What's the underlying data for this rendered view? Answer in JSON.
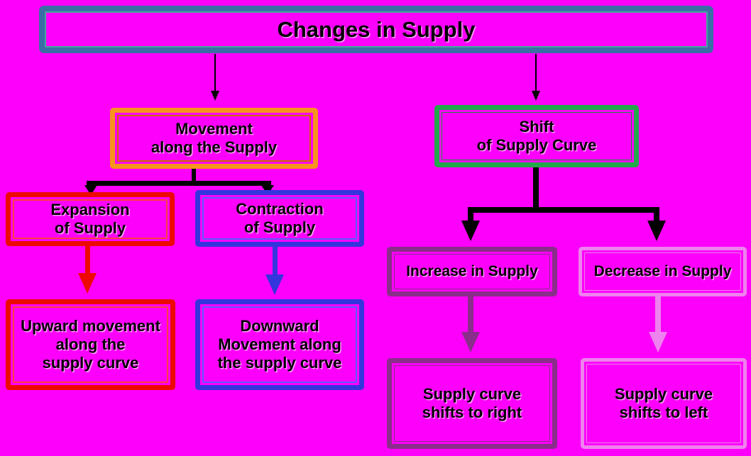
{
  "colors": {
    "background": "#fd00fb",
    "black": "#000000",
    "title_border": "#3a6ea5",
    "title_inner": "#43a89c",
    "orange": "#f7931e",
    "orange_inner": "#cc6d00",
    "green": "#22a84a",
    "green_inner": "#1c8f3e",
    "red": "#ee0900",
    "red_inner": "#ff4040",
    "blue": "#3535dd",
    "blue_inner": "#5c5cff",
    "purple": "#8b2d8b",
    "pink": "#ee82ee"
  },
  "title": {
    "label": "Changes in Supply"
  },
  "nodes": {
    "movement": {
      "label": "Movement\nalong the Supply"
    },
    "shift": {
      "label": "Shift\nof Supply Curve"
    },
    "expansion": {
      "label": "Expansion\nof Supply"
    },
    "contraction": {
      "label": "Contraction\nof Supply"
    },
    "upward": {
      "label": "Upward movement\nalong the\nsupply curve"
    },
    "downward": {
      "label": "Downward\nMovement along\nthe supply curve"
    },
    "increase": {
      "label": "Increase in Supply"
    },
    "decrease": {
      "label": "Decrease in Supply"
    },
    "shift_right": {
      "label": "Supply curve\nshifts to right"
    },
    "shift_left": {
      "label": "Supply curve\nshifts to left"
    }
  }
}
